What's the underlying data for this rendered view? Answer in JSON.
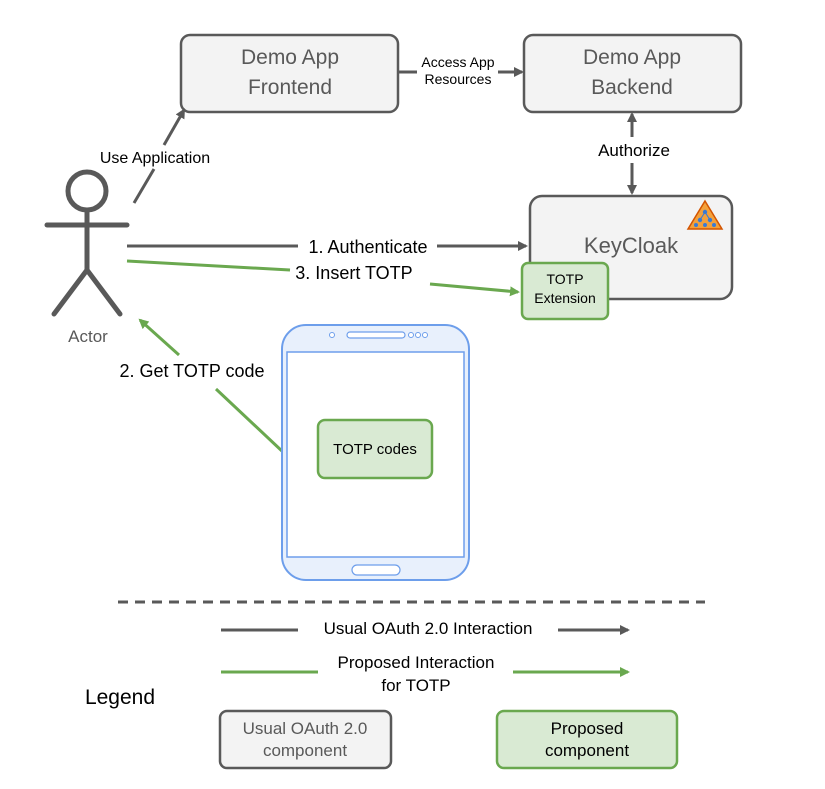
{
  "colors": {
    "gray_stroke": "#595959",
    "gray_fill": "#f3f3f3",
    "green_stroke": "#6aa84f",
    "green_fill": "#d9ead3",
    "phone_stroke": "#6d9eeb",
    "phone_fill": "#e8f0fc",
    "text_gray": "#595959",
    "text_dark": "#000000"
  },
  "nodes": {
    "frontend": {
      "line1": "Demo App",
      "line2": "Frontend"
    },
    "backend": {
      "line1": "Demo App",
      "line2": "Backend"
    },
    "keycloak": {
      "label": "KeyCloak",
      "logo_icon": "keycloak-logo-icon"
    },
    "totp_extension": {
      "line1": "TOTP",
      "line2": "Extension"
    },
    "totp_codes": {
      "label": "TOTP codes"
    },
    "actor": {
      "label": "Actor",
      "icon": "stick-figure-icon"
    },
    "phone": {
      "icon": "smartphone-icon"
    }
  },
  "edges": {
    "use_application": "Use Application",
    "access_resources_line1": "Access App",
    "access_resources_line2": "Resources",
    "authorize": "Authorize",
    "authenticate": "1. Authenticate",
    "insert_totp": "3. Insert TOTP",
    "get_totp_code": "2. Get TOTP code"
  },
  "legend": {
    "title": "Legend",
    "usual_interaction": "Usual OAuth 2.0 Interaction",
    "proposed_interaction_line1": "Proposed Interaction",
    "proposed_interaction_line2": "for TOTP",
    "usual_component_line1": "Usual OAuth 2.0",
    "usual_component_line2": "component",
    "proposed_component_line1": "Proposed",
    "proposed_component_line2": "component"
  }
}
